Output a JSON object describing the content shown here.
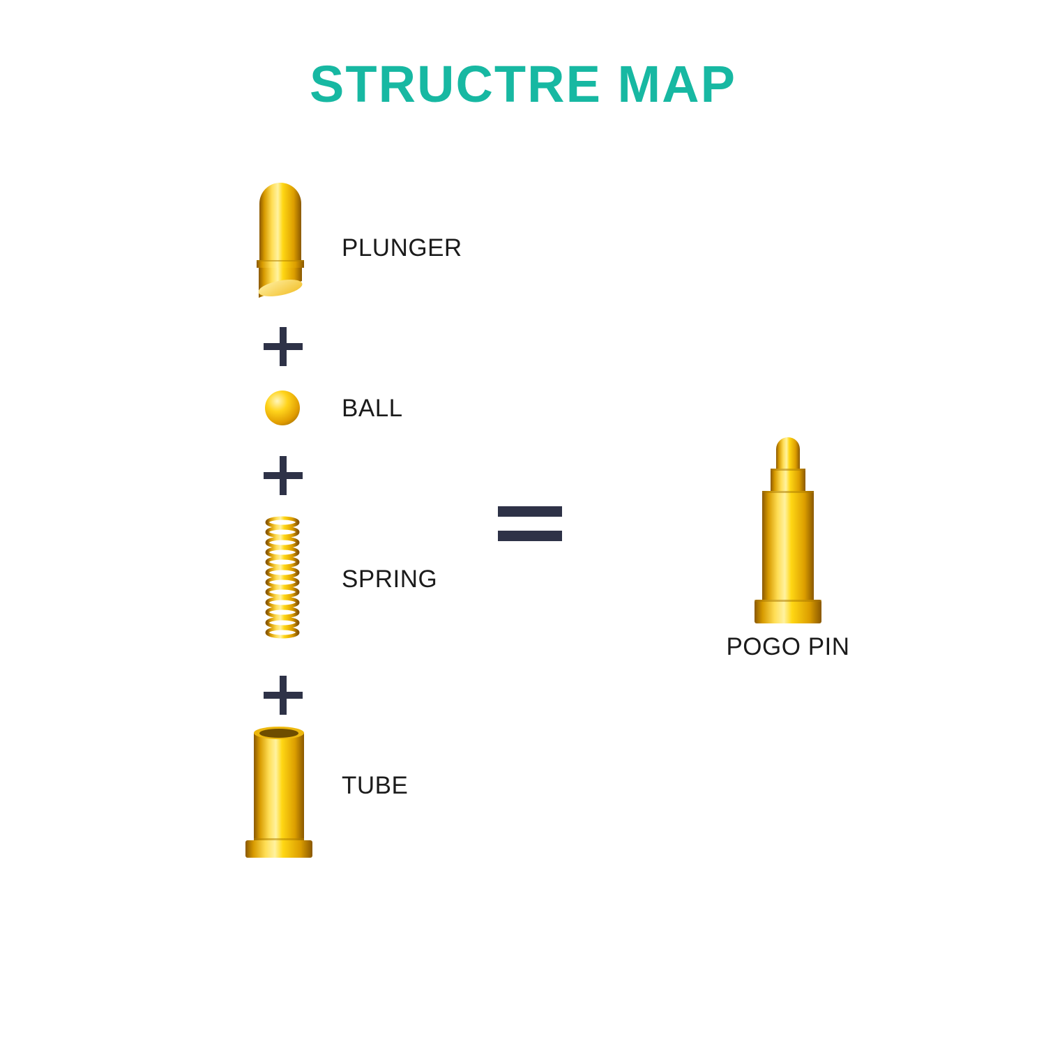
{
  "title": "STRUCTRE MAP",
  "colors": {
    "accent_teal": "#17b8a2",
    "operator_dark": "#2e3247",
    "gold": "#ffd714",
    "text": "#1b1b1b",
    "background": "#ffffff"
  },
  "diagram": {
    "parts": [
      {
        "id": "plunger",
        "label": "PLUNGER",
        "icon": "plunger-3d-gold-icon"
      },
      {
        "id": "ball",
        "label": "BALL",
        "icon": "ball-3d-gold-icon"
      },
      {
        "id": "spring",
        "label": "SPRING",
        "icon": "spring-3d-gold-icon"
      },
      {
        "id": "tube",
        "label": "TUBE",
        "icon": "tube-3d-gold-icon"
      }
    ],
    "operators": {
      "plus": "+",
      "equals": "="
    },
    "result": {
      "id": "pogo-pin",
      "label": "POGO PIN",
      "icon": "pogo-pin-3d-gold-icon"
    }
  }
}
